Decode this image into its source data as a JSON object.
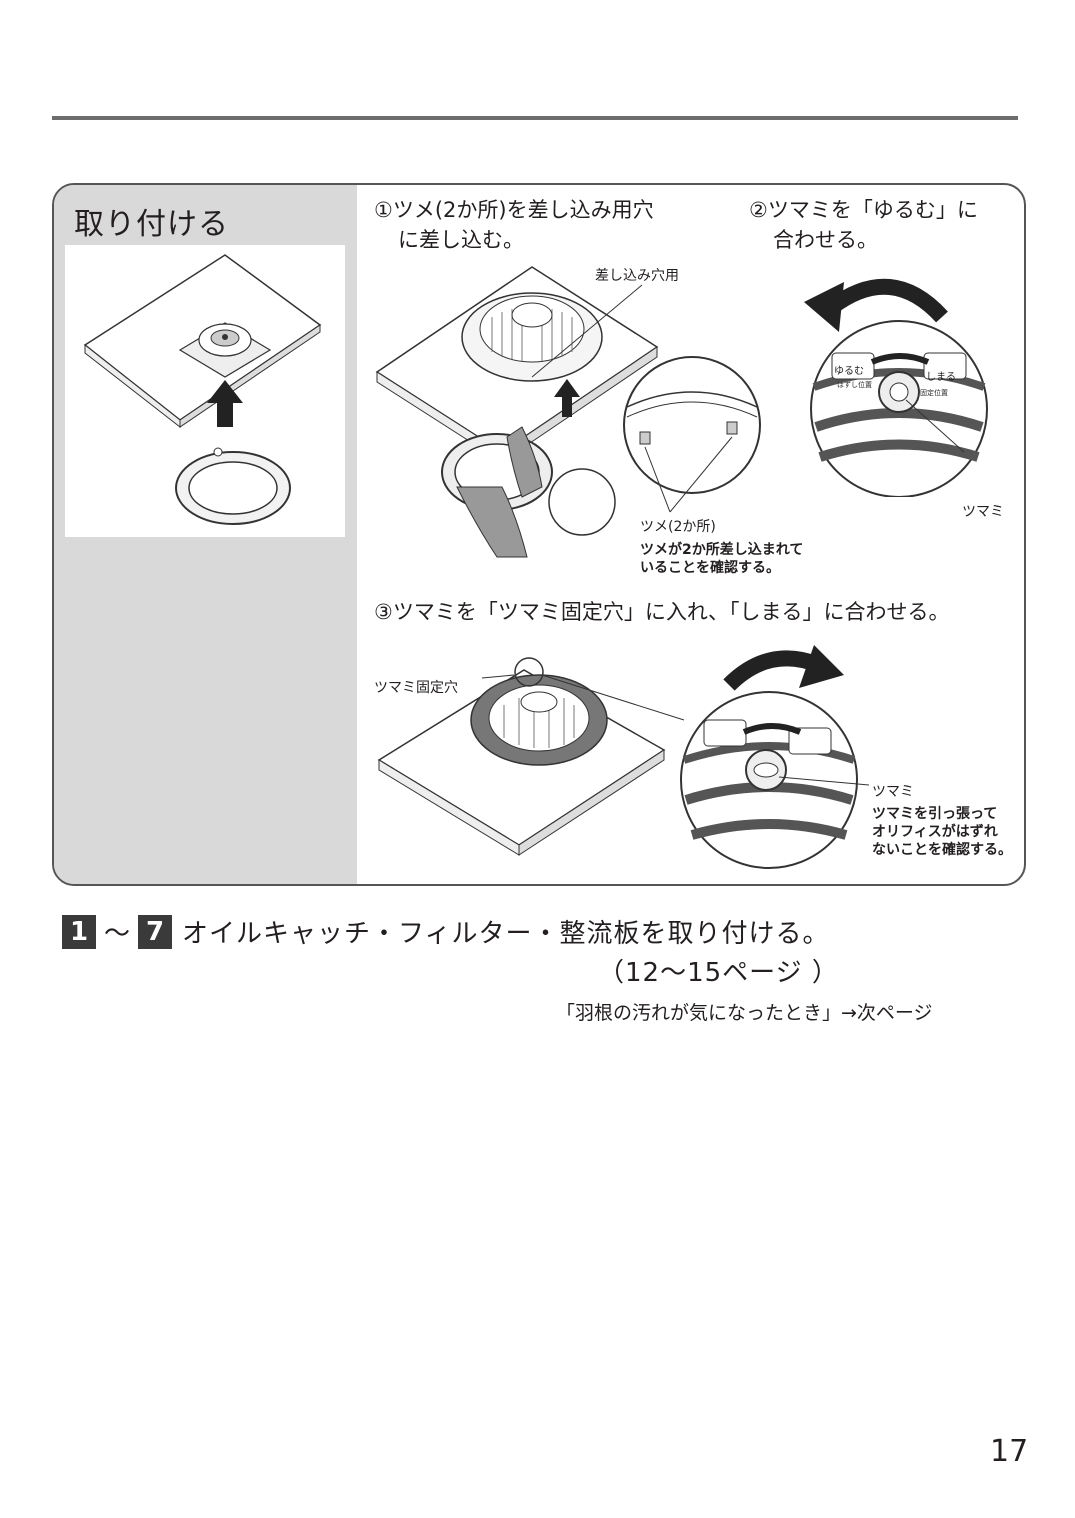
{
  "panel": {
    "title": "取り付ける",
    "step1": {
      "line1": "①ツメ(2か所)を差し込み用穴",
      "line2": "に差し込む。"
    },
    "step1_callout_hole": "差し込み穴用",
    "step1_callout_tabs": "ツメ(2か所)",
    "step1_note_line1": "ツメが2か所差し込まれて",
    "step1_note_line2": "いることを確認する。",
    "step2": {
      "line1": "②ツマミを「ゆるむ」に",
      "line2": "合わせる。"
    },
    "step2_callout_knob": "ツマミ",
    "dial_loosen": "ゆるむ",
    "dial_tighten": "しまる",
    "dial_release": "はずし位置",
    "dial_fixed": "固定位置",
    "step3": "③ツマミを「ツマミ固定穴」に入れ、「しまる」に合わせる。",
    "step3_callout_hole": "ツマミ固定穴",
    "step3_callout_knob": "ツマミ",
    "step3_note_line1": "ツマミを引っ張って",
    "step3_note_line2": "オリフィスがはずれ",
    "step3_note_line3": "ないことを確認する。"
  },
  "reference": {
    "from_num": "1",
    "tilde": "～",
    "to_num": "7",
    "text": "オイルキャッチ・フィルター・整流板を取り付ける。",
    "pages": "（12～15ページ ）"
  },
  "next_hint": "「羽根の汚れが気になったとき」→次ページ",
  "page_number": "17"
}
